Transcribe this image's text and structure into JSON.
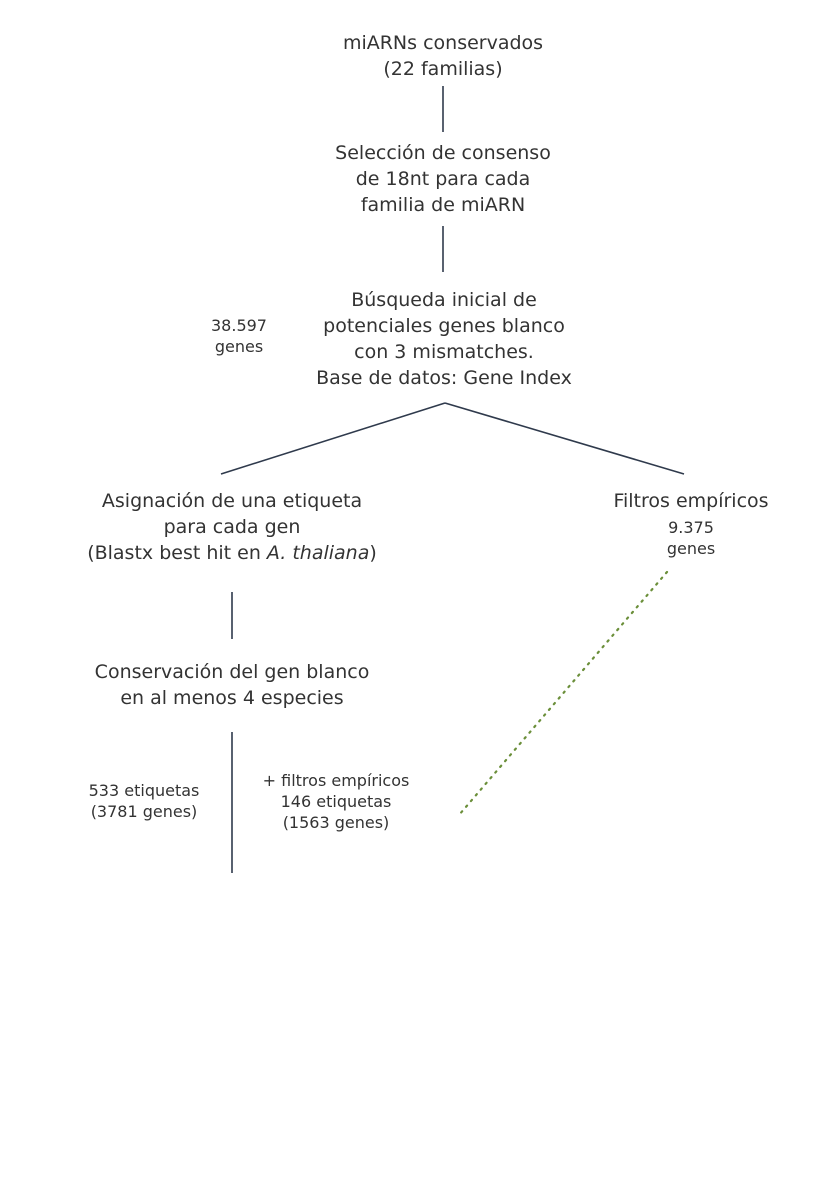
{
  "nodes": {
    "mirnas": {
      "line1": "miARNs conservados",
      "line2": "(22 familias)"
    },
    "consensus": {
      "line1": "Selección de consenso",
      "line2": "de 18nt para cada",
      "line3": "familia de miARN"
    },
    "search": {
      "line1": "Búsqueda inicial de",
      "line2": "potenciales genes blanco",
      "line3": "con 3 mismatches.",
      "line4": "Base de datos: Gene Index"
    },
    "label": {
      "line1": "Asignación de una etiqueta",
      "line2": "para cada gen",
      "line3_prefix": "(Blastx best hit en ",
      "line3_italic": "A. thaliana",
      "line3_suffix": ")"
    },
    "filters": {
      "line1": "Filtros empíricos"
    },
    "conservation": {
      "line1": "Conservación del gen blanco",
      "line2": "en al menos 4 especies"
    }
  },
  "notes": {
    "search_count": {
      "line1": "38.597",
      "line2": "genes"
    },
    "filters_count": {
      "line1": "9.375",
      "line2": "genes"
    },
    "conservation_count": {
      "line1": "533 etiquetas",
      "line2": "(3781 genes)"
    },
    "empirical_count": {
      "line1": "+ filtros empíricos",
      "line2": "146 etiquetas",
      "line3": "(1563 genes)"
    }
  },
  "colors": {
    "line": "#2f3a4c",
    "dotted": "#6b8f3a",
    "text": "#333333"
  }
}
